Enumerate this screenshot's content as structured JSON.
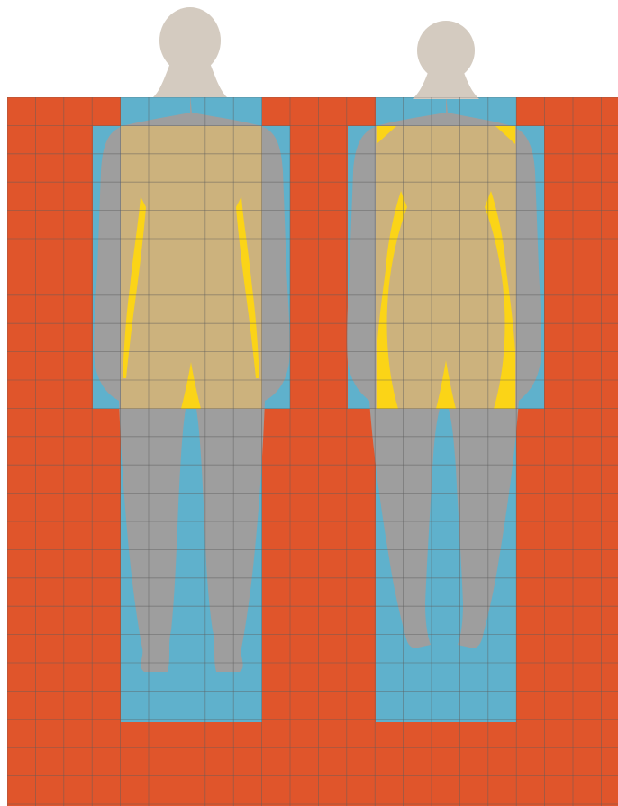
{
  "figure": {
    "background_color": "#ffffff",
    "grid_color": "#5c5c5c",
    "regions": {
      "outer_zone_color": "#e0552b",
      "figure_zone_color": "#5fb1cc",
      "torso_zone_color": "#d8b773",
      "body_silhouette_color": "#9e9e9e",
      "head_color": "#d4cbc0",
      "gap_highlight_color": "#fbd417"
    },
    "silhouettes": [
      {
        "id": "left",
        "form": "male"
      },
      {
        "id": "right",
        "form": "female"
      }
    ]
  }
}
